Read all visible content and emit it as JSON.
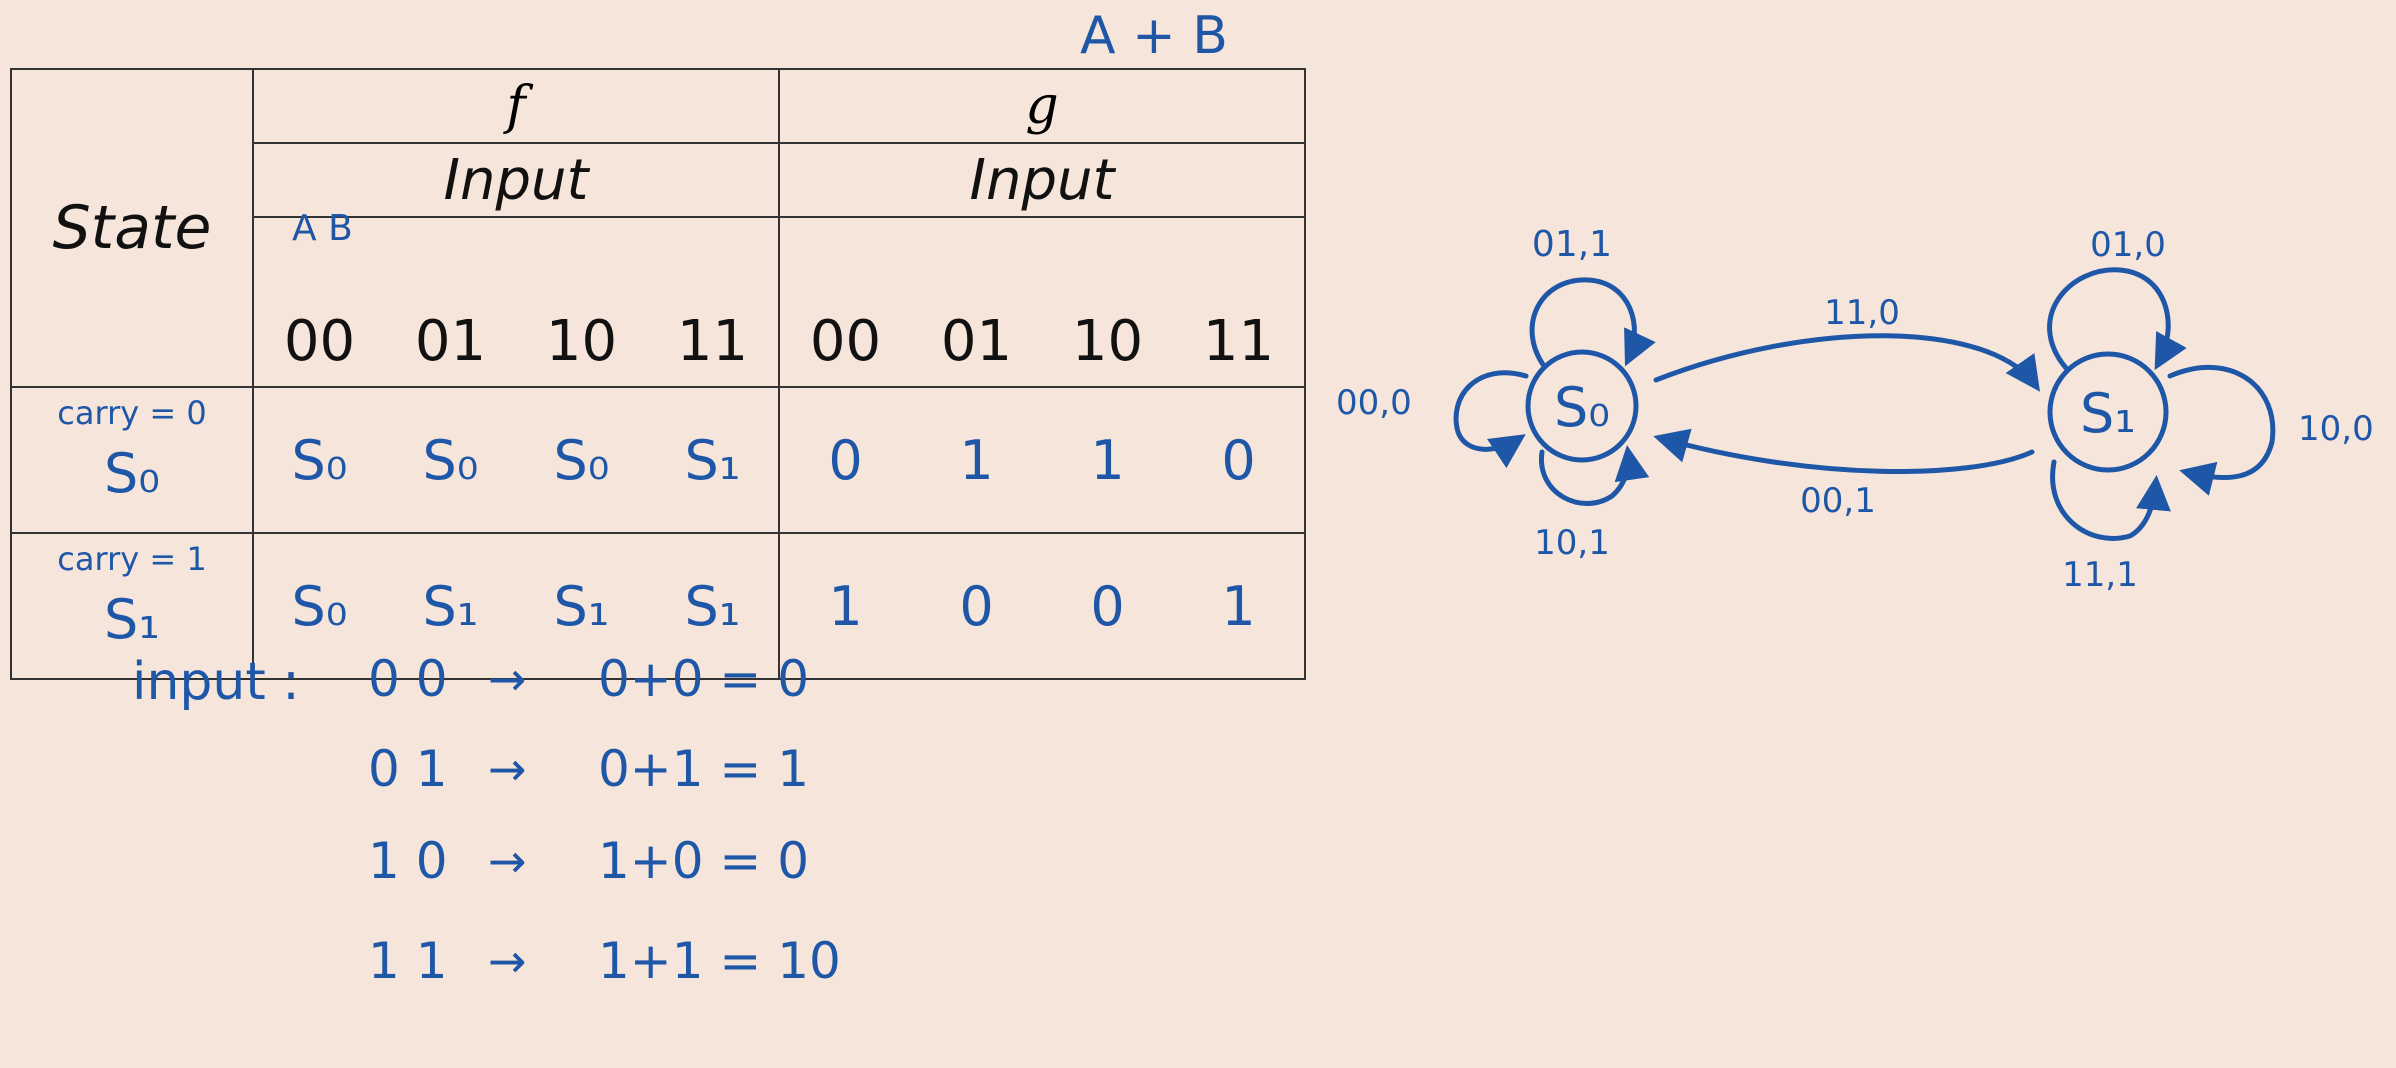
{
  "top_label": "A + B",
  "table": {
    "state_header": "State",
    "f_header": "f",
    "g_header": "g",
    "input_header": "Input",
    "ab_label": "A B",
    "input_codes": [
      "00",
      "01",
      "10",
      "11"
    ],
    "rows": [
      {
        "carry": "carry = 0",
        "state": "S₀",
        "f": [
          "S₀",
          "S₀",
          "S₀",
          "S₁"
        ],
        "g": [
          "0",
          "1",
          "1",
          "0"
        ]
      },
      {
        "carry": "carry = 1",
        "state": "S₁",
        "f": [
          "S₀",
          "S₁",
          "S₁",
          "S₁"
        ],
        "g": [
          "1",
          "0",
          "0",
          "1"
        ]
      }
    ]
  },
  "notes": {
    "label": "input :",
    "lines": [
      {
        "input": "0 0",
        "arrow": "→",
        "result": "0+0 = 0"
      },
      {
        "input": "0 1",
        "arrow": "→",
        "result": "0+1 = 1"
      },
      {
        "input": "1 0",
        "arrow": "→",
        "result": "1+0 = 0"
      },
      {
        "input": "1 1",
        "arrow": "→",
        "result": "1+1 = 10"
      }
    ]
  },
  "diagram": {
    "states": [
      {
        "id": "s0",
        "label": "S₀"
      },
      {
        "id": "s1",
        "label": "S₁"
      }
    ],
    "transitions": [
      {
        "from": "s0",
        "to": "s0",
        "label": "01,1"
      },
      {
        "from": "s0",
        "to": "s0",
        "label": "00,0"
      },
      {
        "from": "s0",
        "to": "s0",
        "label": "10,1"
      },
      {
        "from": "s0",
        "to": "s1",
        "label": "11,0"
      },
      {
        "from": "s1",
        "to": "s0",
        "label": "00,1"
      },
      {
        "from": "s1",
        "to": "s1",
        "label": "01,0"
      },
      {
        "from": "s1",
        "to": "s1",
        "label": "10,0"
      },
      {
        "from": "s1",
        "to": "s1",
        "label": "11,1"
      }
    ]
  },
  "colors": {
    "background": "#f6e5da",
    "ink": "#1f57a8",
    "print": "#111111"
  }
}
